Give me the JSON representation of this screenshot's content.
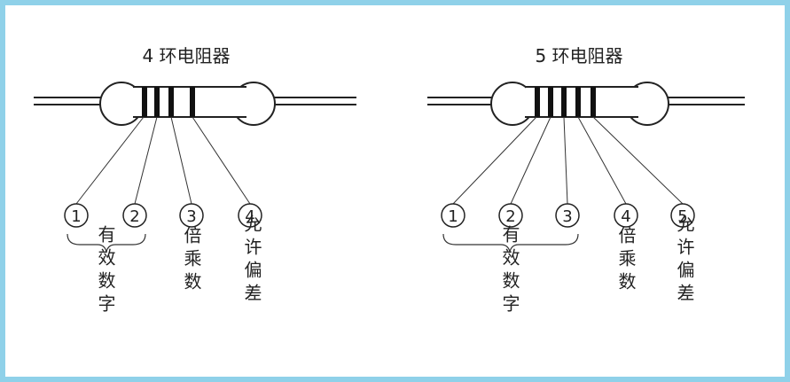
{
  "colors": {
    "frame_border": "#8fd1e9",
    "line": "#222222",
    "band": "#111111",
    "body_fill": "#ffffff"
  },
  "left": {
    "title": "4 环电阻器",
    "nums": [
      "1",
      "2",
      "3",
      "4"
    ],
    "labels": [
      "有效数字",
      "倍乘数",
      "允许偏差"
    ]
  },
  "right": {
    "title": "5 环电阻器",
    "nums": [
      "1",
      "2",
      "3",
      "4",
      "5"
    ],
    "labels": [
      "有效数字",
      "倍乘数",
      "允许偏差"
    ]
  }
}
